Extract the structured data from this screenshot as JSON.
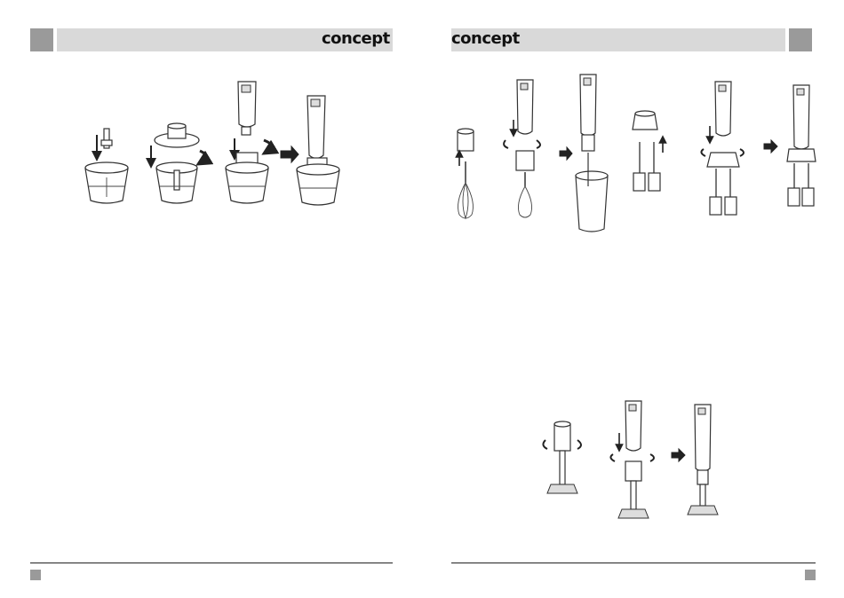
{
  "header": {
    "left_logo": "concept",
    "right_logo": "concept"
  },
  "illustrations": {
    "left_page": [
      "chopper-assembly-step-1",
      "chopper-assembly-step-2",
      "chopper-assembly-step-3",
      "chopper-assembled"
    ],
    "right_page_top": [
      "whisk-attach-step-1",
      "whisk-attach-step-2",
      "whisk-in-beaker",
      "mixer-beaters",
      "beaters-attach",
      "beaters-assembled"
    ],
    "right_page_bottom": [
      "blender-shaft",
      "blender-attach",
      "blender-assembled"
    ]
  },
  "colors": {
    "header_band": "#d9d9d9",
    "header_square": "#9a9a9a",
    "footer_line": "#222222"
  }
}
